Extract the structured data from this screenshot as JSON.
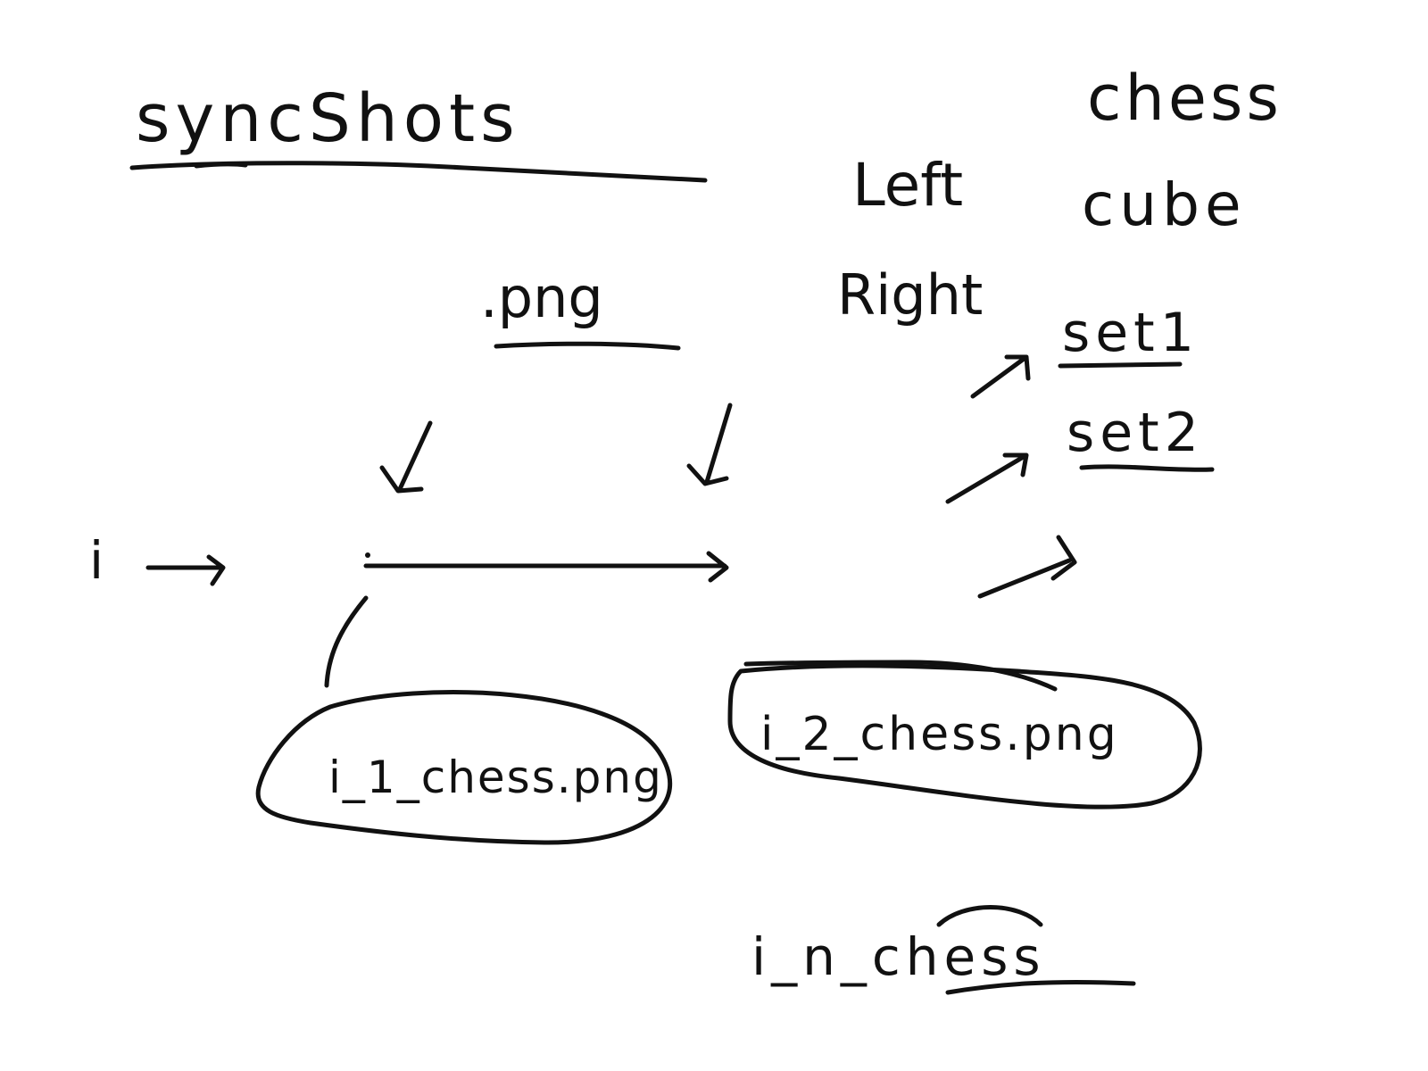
{
  "title": "syncShots",
  "format": ".png",
  "sides": [
    "Left",
    "Right"
  ],
  "scenes": [
    "chess",
    "cube"
  ],
  "sets": [
    "set1",
    "set2"
  ],
  "index": "i",
  "files": {
    "first": "i_1_chess.png",
    "second": "i_2_chess.png",
    "nth": "i_n_chess"
  },
  "colors": {
    "ink": "#111111",
    "paper": "#ffffff"
  }
}
